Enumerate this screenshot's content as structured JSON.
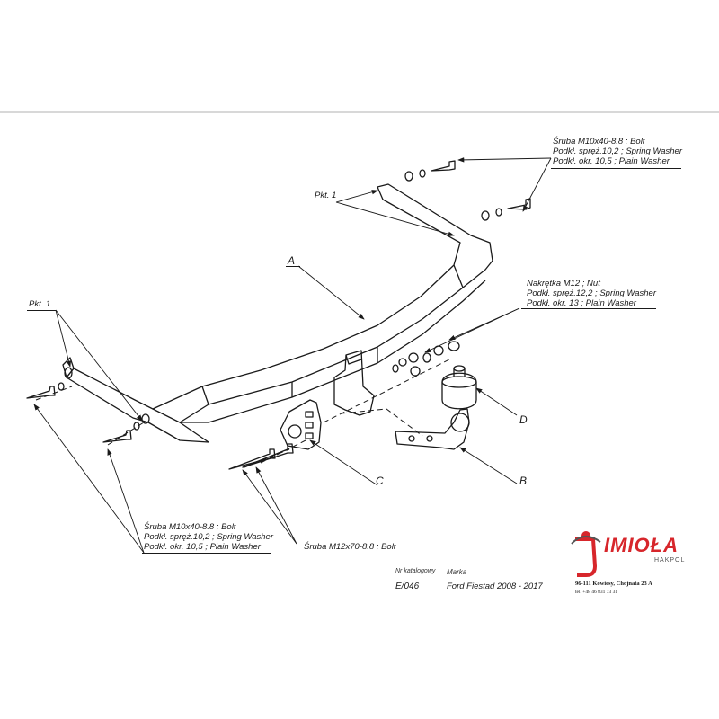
{
  "labels": {
    "bolt_top": [
      "Śruba M10x40-8.8 ;  Bolt",
      "Podkł. spręż.10,2 ; Spring Washer",
      "Podkł. okr. 10,5 ; Plain Washer"
    ],
    "nut_right": [
      "Nakrętka  M12 ; Nut",
      "Podkł. spręż.12,2 ; Spring Washer",
      "Podkł. okr. 13 ; Plain Washer"
    ],
    "bolt_bottom": [
      "Śruba M10x40-8.8 ;  Bolt",
      "Podkł. spręż.10,2 ; Spring Washer",
      "Podkł. okr. 10,5 ; Plain Washer"
    ],
    "bolt_m12": "Śruba M12x70-8.8 ;  Bolt",
    "pkt_top": "Pkt. 1",
    "pkt_left": "Pkt. 1",
    "part_a": "A",
    "part_b": "B",
    "part_c": "C",
    "part_d": "D"
  },
  "footer": {
    "catalog_caption": "Nr katalogowy",
    "catalog_number": "E/046",
    "brand_caption": "Marka",
    "brand_value": "Ford Fiestad  2008 - 2017"
  },
  "logo": {
    "word": "IMIOŁA",
    "sub": "HAKPOL",
    "address": "96-111 Kowiesy, Chojnata 23 A",
    "phone": "tel. +48 46 831 73 31",
    "color": "#d7262b"
  }
}
